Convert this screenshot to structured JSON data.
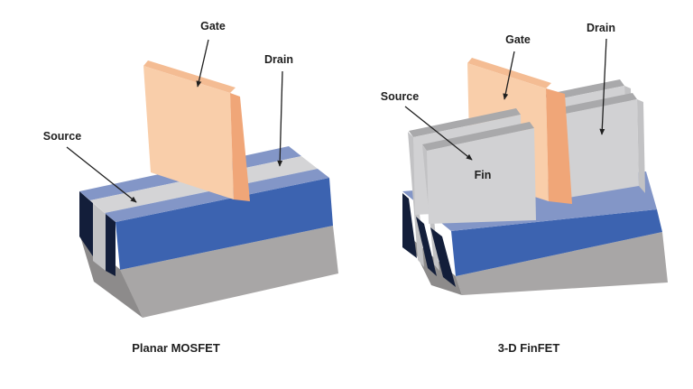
{
  "figures": {
    "planar_mosfet": {
      "caption": "Planar MOSFET",
      "labels": {
        "gate": "Gate",
        "drain": "Drain",
        "source": "Source"
      }
    },
    "finfet": {
      "caption": "3-D FinFET",
      "labels": {
        "gate": "Gate",
        "drain": "Drain",
        "source": "Source",
        "fin": "Fin"
      }
    }
  },
  "palette": {
    "oxide_blue": "#3C63B0",
    "band_periwinkle": "#8396C7",
    "silicon_strip_gray": "#D4D4D6",
    "fin_face_gray": "#D1D1D3",
    "fin_top_edge_gray": "#A9A9AB",
    "fin_end_gray": "#C2C2C4",
    "substrate_front_gray": "#A8A6A6",
    "substrate_side_gray": "#8D8B8B",
    "trench_navy": "#131E3A",
    "gate_face_peach": "#F9CEAA",
    "gate_top_peach": "#F4BC93",
    "gate_side_orange": "#F0A678",
    "label_ink": "#1F1F1F",
    "background": "#FFFFFF"
  }
}
